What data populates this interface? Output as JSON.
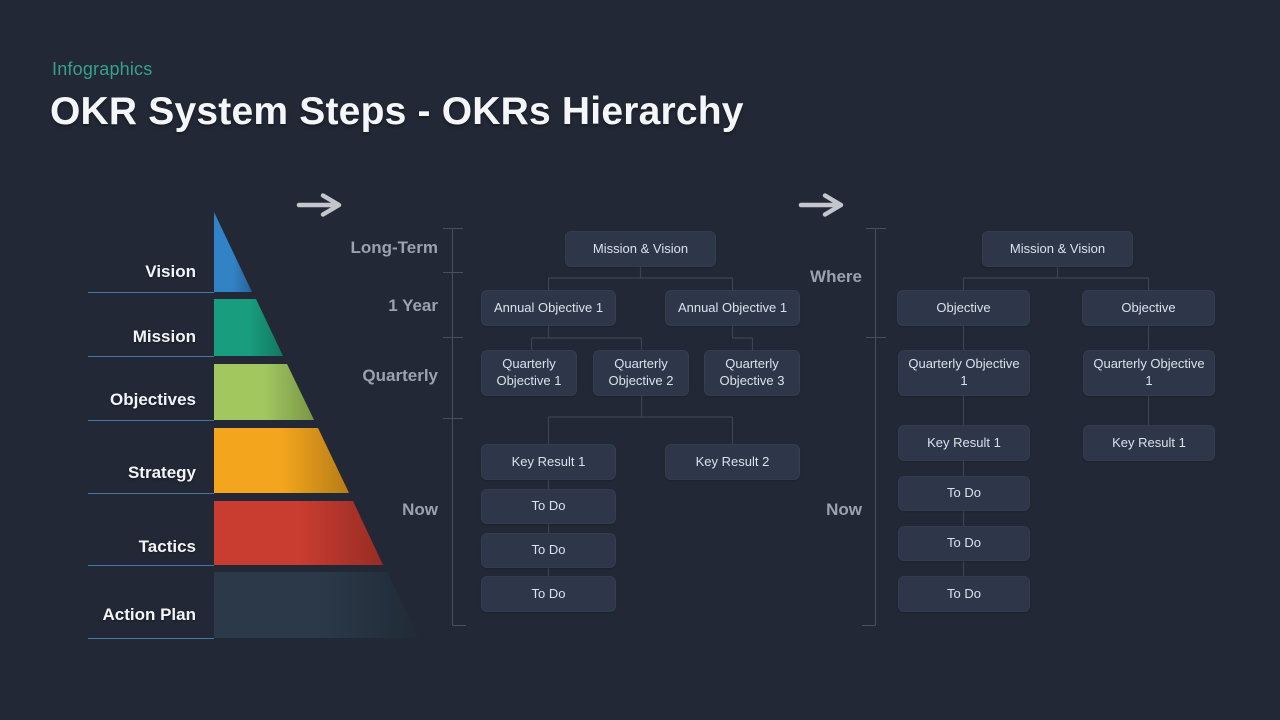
{
  "slide": {
    "eyebrow": "Infographics",
    "title": "OKR System Steps - OKRs Hierarchy"
  },
  "pyramid": {
    "levels": [
      {
        "label": "Vision",
        "color": "#3283c6"
      },
      {
        "label": "Mission",
        "color": "#189e7e"
      },
      {
        "label": "Objectives",
        "color": "#a2c75f"
      },
      {
        "label": "Strategy",
        "color": "#f3a51e"
      },
      {
        "label": "Tactics",
        "color": "#c93c30"
      },
      {
        "label": "Action Plan",
        "color": "#2b3949"
      }
    ]
  },
  "timeline": {
    "labels": [
      "Long-Term",
      "1 Year",
      "Quarterly",
      "Now"
    ]
  },
  "middle_tree": {
    "root": "Mission & Vision",
    "annual": [
      "Annual Objective 1",
      "Annual Objective 1"
    ],
    "quarterly": [
      "Quarterly Objective 1",
      "Quarterly Objective 2",
      "Quarterly Objective 3"
    ],
    "key_results": [
      "Key Result 1",
      "Key Result 2"
    ],
    "todos": [
      "To Do",
      "To Do",
      "To Do"
    ]
  },
  "right_tree": {
    "root": "Mission & Vision",
    "objectives": [
      "Objective",
      "Objective"
    ],
    "quarterly": [
      "Quarterly Objective 1",
      "Quarterly Objective 1"
    ],
    "key_results": [
      "Key Result 1",
      "Key Result 1"
    ],
    "todos": [
      "To Do",
      "To Do",
      "To Do"
    ],
    "zone_labels": {
      "where": "Where",
      "now": "Now"
    }
  }
}
